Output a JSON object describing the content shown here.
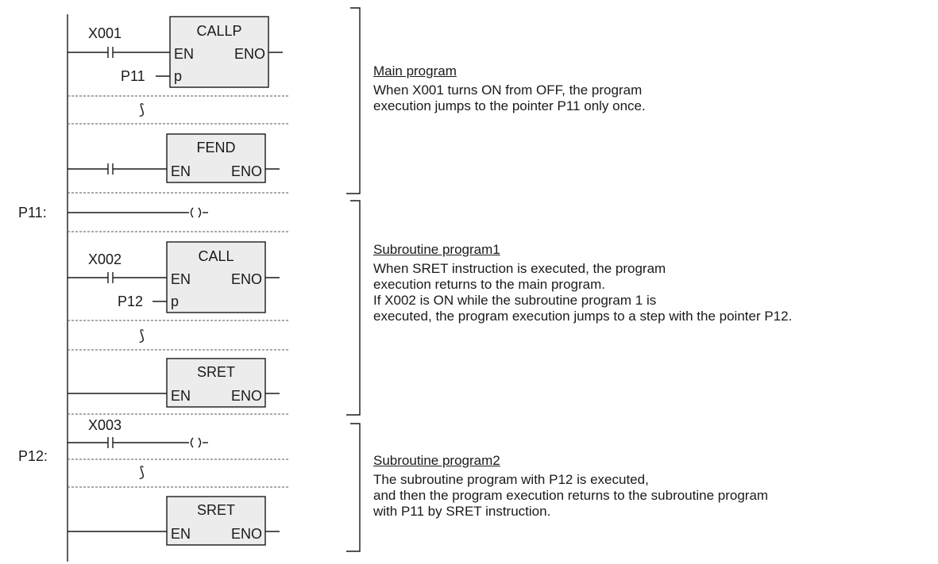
{
  "ladder": {
    "rung_main": {
      "contact": "X001",
      "instruction": "CALLP",
      "en": "EN",
      "eno": "ENO",
      "pin": "p",
      "pointer": "P11"
    },
    "fend": {
      "instruction": "FEND",
      "en": "EN",
      "eno": "ENO"
    },
    "label_p11": "P11:",
    "rung_sub1": {
      "contact": "X002",
      "instruction": "CALL",
      "en": "EN",
      "eno": "ENO",
      "pin": "p",
      "pointer": "P12"
    },
    "sret1": {
      "instruction": "SRET",
      "en": "EN",
      "eno": "ENO"
    },
    "label_p12": "P12:",
    "rung_sub2": {
      "contact": "X003"
    },
    "sret2": {
      "instruction": "SRET",
      "en": "EN",
      "eno": "ENO"
    },
    "break_mark": "⟆"
  },
  "notes": {
    "main": {
      "title": "Main program",
      "lines": [
        "When X001 turns ON from OFF, the program",
        "execution jumps to the pointer P11 only once."
      ]
    },
    "sub1": {
      "title": "Subroutine program1",
      "lines": [
        "When SRET instruction is executed, the program",
        "execution returns to the main program.",
        "If X002 is ON while the subroutine program 1 is",
        "executed, the program execution jumps to a step with the pointer P12."
      ]
    },
    "sub2": {
      "title": "Subroutine program2",
      "lines": [
        "The subroutine program with P12 is executed,",
        "and then the program execution returns to the subroutine program",
        "with P11 by SRET instruction."
      ]
    }
  }
}
